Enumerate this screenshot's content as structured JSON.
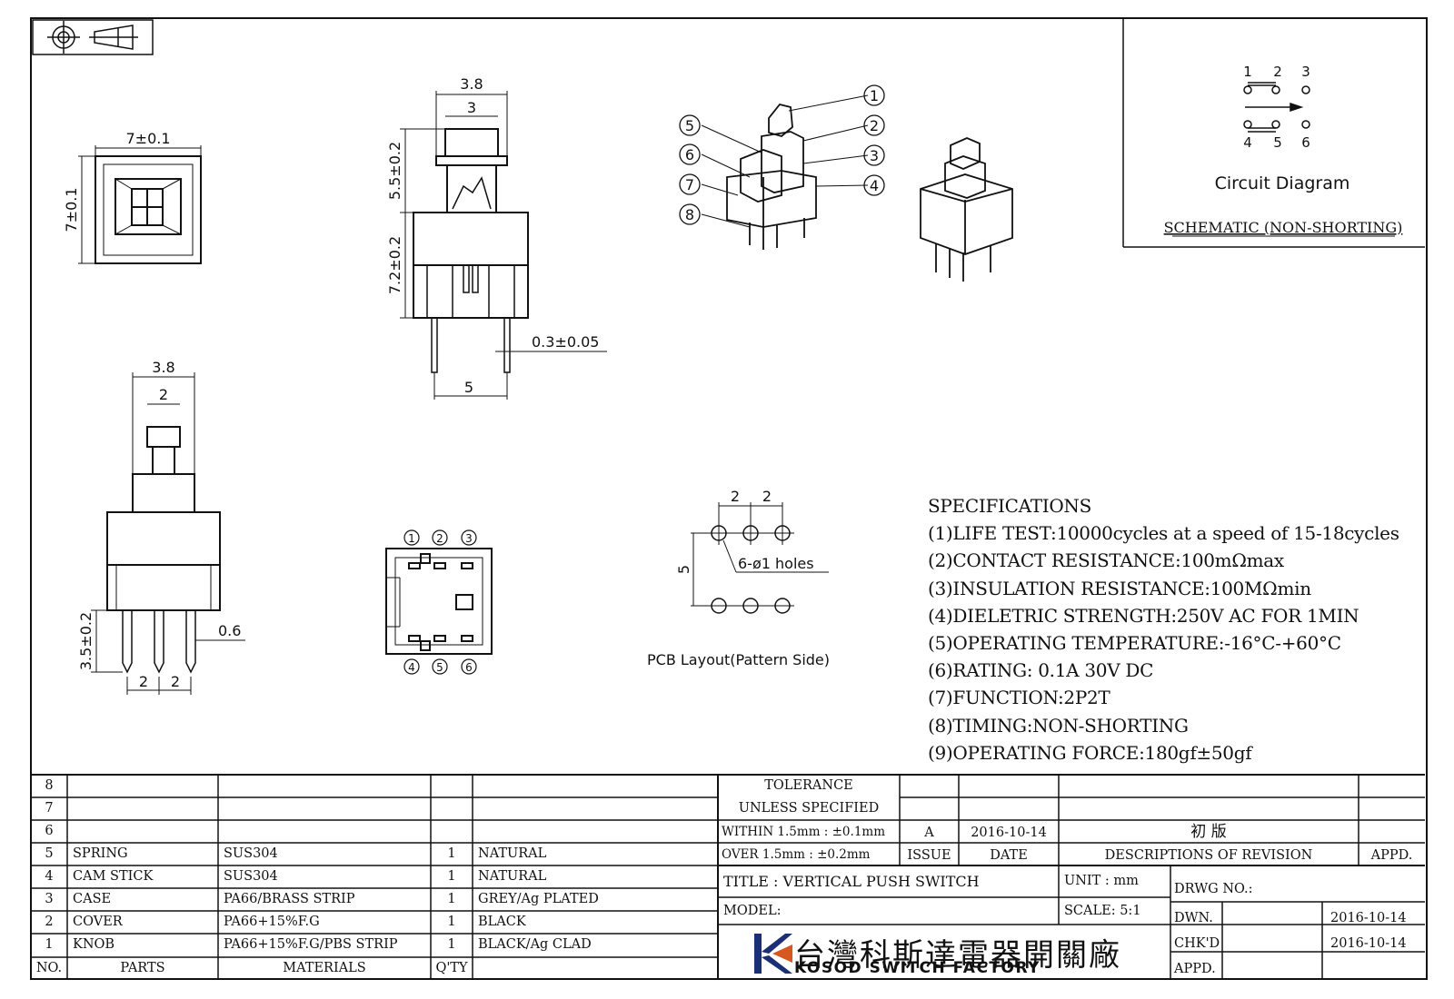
{
  "dims": {
    "top_width": "7±0.1",
    "top_height": "7±0.1",
    "front_outer": "3.8",
    "front_inner": "3",
    "front_upper": "5.5±0.2",
    "front_lower": "7.2±0.2",
    "pin_dia": "0.3±0.05",
    "pin_pitch": "5",
    "side_outer": "3.8",
    "side_inner": "2",
    "pin_len": "3.5±0.2",
    "pin_w": "0.6",
    "pitch_a": "2",
    "pitch_b": "2",
    "pcb_a": "2",
    "pcb_b": "2",
    "pcb_row": "5",
    "pcb_holes": "6-ø1 holes",
    "pcb_caption": "PCB Layout(Pattern Side)"
  },
  "bottom_pins_top": [
    "1",
    "2",
    "3"
  ],
  "bottom_pins_bottom": [
    "4",
    "5",
    "6"
  ],
  "iso_callouts": [
    "1",
    "2",
    "3",
    "4",
    "5",
    "6",
    "7",
    "8"
  ],
  "circuit": {
    "pins_top": [
      "1",
      "2",
      "3"
    ],
    "pins_bottom": [
      "4",
      "5",
      "6"
    ],
    "caption": "Circuit Diagram",
    "schematic": "SCHEMATIC (NON-SHORTING)"
  },
  "specs": {
    "title": "SPECIFICATIONS",
    "items": [
      "(1)LIFE TEST:10000cycles at a speed of 15-18cycles",
      "(2)CONTACT RESISTANCE:100mΩmax",
      "(3)INSULATION RESISTANCE:100MΩmin",
      "(4)DIELETRIC STRENGTH:250V AC FOR 1MIN",
      "(5)OPERATING TEMPERATURE:-16°C-+60°C",
      "(6)RATING: 0.1A 30V DC",
      "(7)FUNCTION:2P2T",
      "(8)TIMING:NON-SHORTING",
      "(9)OPERATING FORCE:180gf±50gf"
    ]
  },
  "bom": {
    "header": {
      "no": "NO.",
      "parts": "PARTS",
      "materials": "MATERIALS",
      "qty": "Q'TY"
    },
    "rows": [
      {
        "no": "8",
        "part": "",
        "material": "",
        "qty": "",
        "finish": ""
      },
      {
        "no": "7",
        "part": "",
        "material": "",
        "qty": "",
        "finish": ""
      },
      {
        "no": "6",
        "part": "",
        "material": "",
        "qty": "",
        "finish": ""
      },
      {
        "no": "5",
        "part": "SPRING",
        "material": "SUS304",
        "qty": "1",
        "finish": "NATURAL"
      },
      {
        "no": "4",
        "part": "CAM STICK",
        "material": "SUS304",
        "qty": "1",
        "finish": "NATURAL"
      },
      {
        "no": "3",
        "part": "CASE",
        "material": "PA66/BRASS STRIP",
        "qty": "1",
        "finish": "GREY/Ag PLATED"
      },
      {
        "no": "2",
        "part": "COVER",
        "material": "PA66+15%F.G",
        "qty": "1",
        "finish": "BLACK"
      },
      {
        "no": "1",
        "part": "KNOB",
        "material": "PA66+15%F.G/PBS STRIP",
        "qty": "1",
        "finish": "BLACK/Ag CLAD"
      }
    ]
  },
  "title_block": {
    "tolerance1": "TOLERANCE",
    "tolerance2": "UNLESS SPECIFIED",
    "within": "WITHIN 1.5mm : ±0.1mm",
    "over": "OVER 1.5mm : ±0.2mm",
    "issue_value": "A",
    "date_value": "2016-10-14",
    "description_value": "初 版",
    "issue_label": "ISSUE",
    "date_label": "DATE",
    "desc_label": "DESCRIPTIONS OF REVISION",
    "appd_label": "APPD.",
    "title": "TITLE : VERTICAL PUSH SWITCH",
    "unit": "UNIT : mm",
    "drwg": "DRWG NO.:",
    "model": "MODEL:",
    "scale": "SCALE: 5:1",
    "dwn": "DWN.",
    "dwn_date": "2016-10-14",
    "chkd": "CHK'D",
    "chkd_date": "2016-10-14",
    "appd": "APPD.",
    "company_cn": "台灣科斯達電器開關廠",
    "company_en": "KOSOD SWITCH FACTORY"
  }
}
